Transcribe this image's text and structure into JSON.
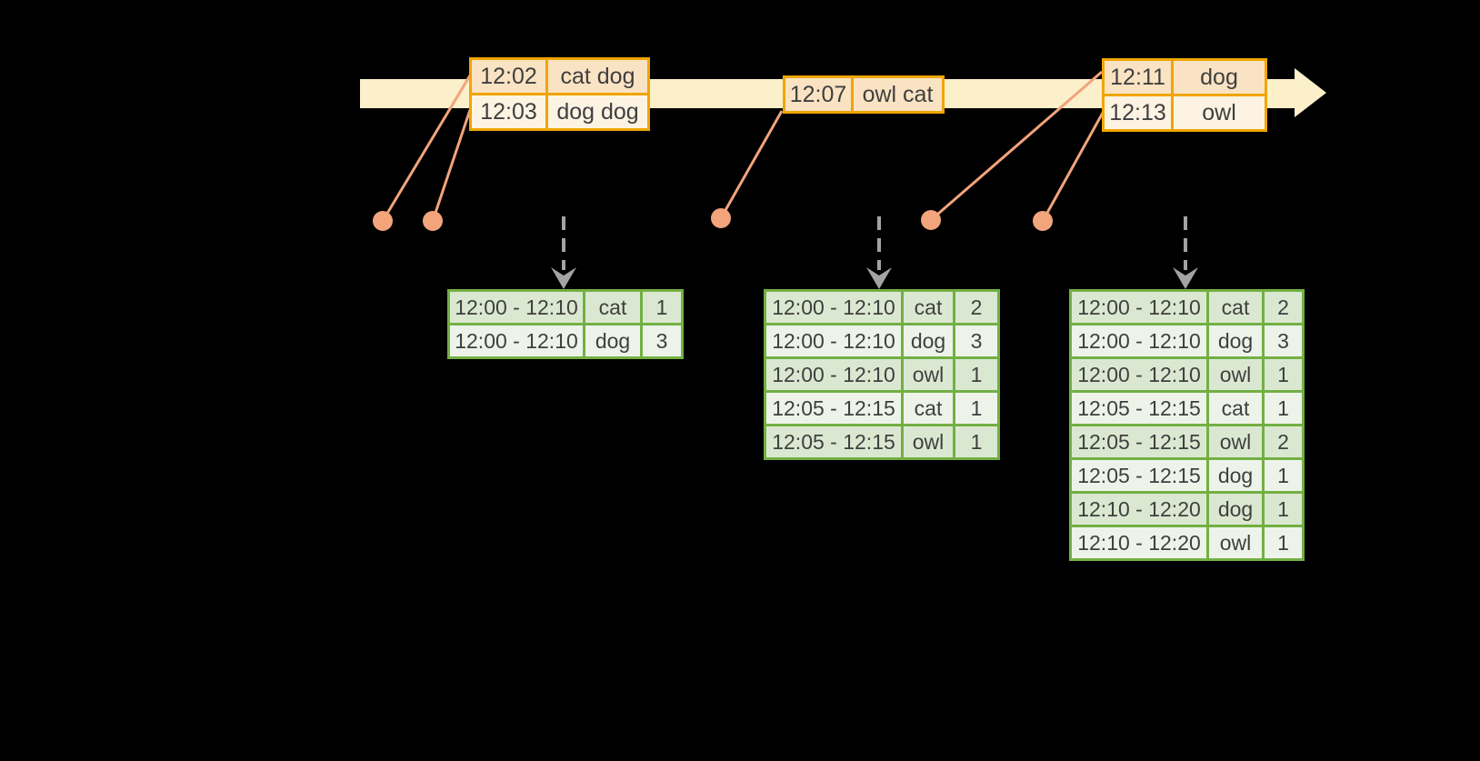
{
  "colors": {
    "background": "#000000",
    "timeline_fill": "#FBF0CA",
    "event_border": "#F0A500",
    "event_row_dark": "#FAE3C3",
    "event_row_light": "#FDF3E3",
    "connector": "#F2A47B",
    "trigger_arrow": "#A3A3A3",
    "result_border": "#72B043",
    "result_row_dark": "#DBE8D1",
    "result_row_light": "#EEF3EA",
    "text": "#3F3F3F"
  },
  "event_tables": [
    {
      "rows": [
        {
          "time": "12:02",
          "words": "cat dog"
        },
        {
          "time": "12:03",
          "words": "dog dog"
        }
      ]
    },
    {
      "rows": [
        {
          "time": "12:07",
          "words": "owl cat"
        }
      ]
    },
    {
      "rows": [
        {
          "time": "12:11",
          "words": "dog"
        },
        {
          "time": "12:13",
          "words": "owl"
        }
      ]
    }
  ],
  "result_tables": [
    {
      "rows": [
        {
          "window": "12:00 - 12:10",
          "word": "cat",
          "count": "1"
        },
        {
          "window": "12:00 - 12:10",
          "word": "dog",
          "count": "3"
        }
      ]
    },
    {
      "rows": [
        {
          "window": "12:00 - 12:10",
          "word": "cat",
          "count": "2"
        },
        {
          "window": "12:00 - 12:10",
          "word": "dog",
          "count": "3"
        },
        {
          "window": "12:00 - 12:10",
          "word": "owl",
          "count": "1"
        },
        {
          "window": "12:05 - 12:15",
          "word": "cat",
          "count": "1"
        },
        {
          "window": "12:05 - 12:15",
          "word": "owl",
          "count": "1"
        }
      ]
    },
    {
      "rows": [
        {
          "window": "12:00 - 12:10",
          "word": "cat",
          "count": "2"
        },
        {
          "window": "12:00 - 12:10",
          "word": "dog",
          "count": "3"
        },
        {
          "window": "12:00 - 12:10",
          "word": "owl",
          "count": "1"
        },
        {
          "window": "12:05 - 12:15",
          "word": "cat",
          "count": "1"
        },
        {
          "window": "12:05 - 12:15",
          "word": "owl",
          "count": "2"
        },
        {
          "window": "12:05 - 12:15",
          "word": "dog",
          "count": "1"
        },
        {
          "window": "12:10 - 12:20",
          "word": "dog",
          "count": "1"
        },
        {
          "window": "12:10 - 12:20",
          "word": "owl",
          "count": "1"
        }
      ]
    }
  ]
}
